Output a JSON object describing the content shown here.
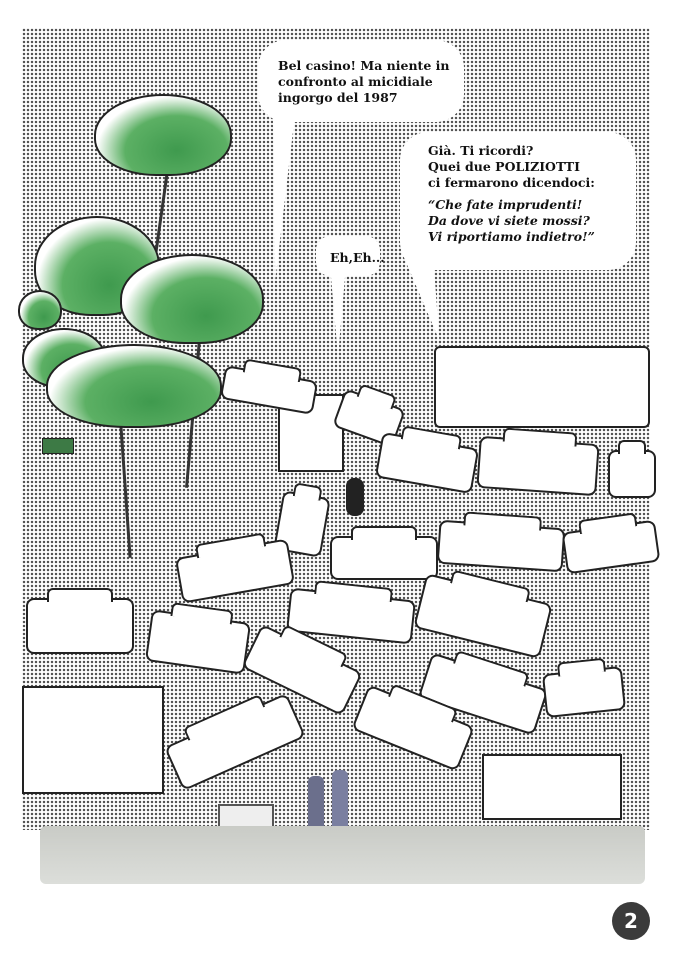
{
  "bubbles": {
    "first": {
      "lines": [
        "Bel casino! Ma niente in",
        "confronto al micidiale",
        "ingorgo del 1987"
      ]
    },
    "second": {
      "lines": [
        "Già. Ti ricordi?",
        "Quei due POLIZIOTTI",
        "ci fermarono dicendoci:"
      ],
      "quote": [
        "“Che fate imprudenti!",
        "Da dove vi siete mossi?",
        "Vi riportiamo indietro!”"
      ]
    },
    "third": {
      "text": "Eh,Eh..."
    }
  },
  "page_number": "2",
  "colors": {
    "tree_green": "#4fa55a",
    "halftone": "#555555",
    "page_badge": "#3b3b3b"
  }
}
